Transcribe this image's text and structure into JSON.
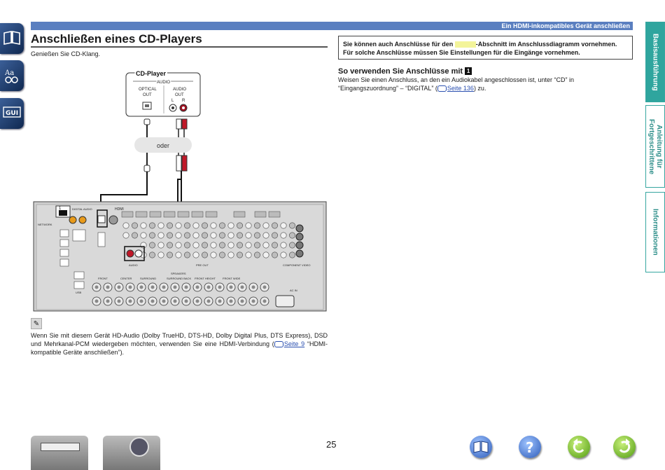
{
  "header": {
    "section_label": "Ein HDMI-inkompatibles Gerät anschließen"
  },
  "page": {
    "title": "Anschließen eines CD-Players",
    "subtitle": "Genießen Sie CD-Klang.",
    "number": "25"
  },
  "info_box": {
    "part1": "Sie können auch Anschlüsse für den",
    "part2": "-Abschnitt im Anschlussdiagramm vornehmen. Für solche Anschlüsse müssen Sie Einstellungen für die Eingänge vornehmen."
  },
  "how_to": {
    "heading": "So verwenden Sie Anschlüsse mit",
    "badge": "1",
    "text_before": "Weisen Sie einen Anschluss, an den ein Audiokabel angeschlossen ist, unter “CD” in “Eingangszuordnung” – “DIGITAL” (",
    "link": "Seite 136",
    "text_after": ") zu."
  },
  "note": {
    "text_before": "Wenn Sie mit diesem Gerät HD-Audio (Dolby TrueHD, DTS-HD, Dolby Digital Plus, DTS Express), DSD und Mehrkanal-PCM wiedergeben möchten, verwenden Sie eine HDMI-Verbindung (",
    "link": "Seite 9",
    "text_after": " “HDMI-kompatible Geräte anschließen”)."
  },
  "diagram": {
    "device_name": "CD-Player",
    "audio_group": "AUDIO",
    "optical_label": [
      "OPTICAL",
      "OUT"
    ],
    "audio_label": [
      "AUDIO",
      "OUT"
    ],
    "left": "L",
    "right": "R",
    "or_label": "oder",
    "marker": "1",
    "labels": {
      "hdmi": "HDMI",
      "digital_audio": "DIGITAL AUDIO",
      "network": "NETWORK",
      "speakers": "SPEAKERS",
      "front": "FRONT",
      "center": "CENTER",
      "surround": "SURROUND",
      "surround_back": "SURROUND BACK",
      "front_height": "FRONT HEIGHT",
      "front_wide": "FRONT WIDE",
      "audio": "AUDIO",
      "video": "VIDEO",
      "component_video": "COMPONENT VIDEO",
      "pre_out": "PRE OUT",
      "usb": "USB",
      "ac_in": "AC IN"
    }
  },
  "side_tabs": {
    "right": [
      "Basisausführung",
      "Anleitung für Fortgeschrittene",
      "Informationen"
    ],
    "left": [
      "contents-icon",
      "index-icon",
      "gui-icon"
    ]
  },
  "nav": {
    "buttons": [
      "manual-icon",
      "help-icon",
      "back-icon",
      "forward-icon"
    ]
  },
  "colors": {
    "accent": "#5a7fc0",
    "tab": "#2fa59e",
    "highlight": "#f3f49a"
  }
}
